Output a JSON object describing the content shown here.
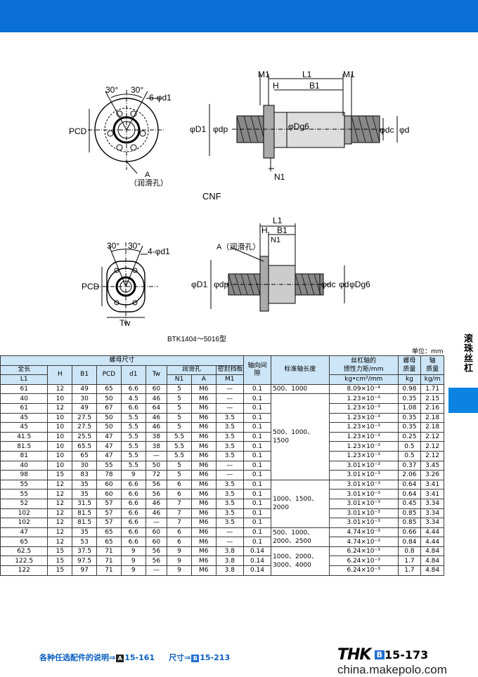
{
  "side": {
    "title": "滚珠丝杠"
  },
  "figures": {
    "cnf": {
      "caption": "CNF",
      "labels": {
        "angle1": "30°",
        "angle2": "30°",
        "holes": "6-φd1",
        "pcd": "PCD",
        "a_top": "A",
        "a_sub": "（润滑孔）",
        "m1_left": "M1",
        "l1": "L1",
        "m1_right": "M1",
        "h": "H",
        "b1": "B1",
        "d1": "φD1",
        "dp": "φdp",
        "dg6": "φDg6",
        "dc": "φdc",
        "d": "φd",
        "n1": "N1"
      }
    },
    "btk": {
      "caption": "BTK1404～5016型",
      "labels": {
        "angle1": "30°",
        "angle2": "30°",
        "holes": "4-φd1",
        "pcd": "PCD",
        "tw": "Tw",
        "a_lube": "A（润滑孔）",
        "l1": "L1",
        "h": "H",
        "b1": "B1",
        "n1": "N1",
        "d1": "φD1",
        "dp": "φdp",
        "dc": "φdc",
        "d": "φd",
        "dg6": "φDg6"
      }
    }
  },
  "table": {
    "unit": "单位：mm",
    "headers": {
      "nut_dims": "螺母尺寸",
      "total_length": "全长",
      "l1": "L1",
      "h": "H",
      "b1": "B1",
      "pcd": "PCD",
      "d1": "d1",
      "tw": "Tw",
      "lube_hole": "润滑孔",
      "n1": "N1",
      "a": "A",
      "seal": "密封挡板",
      "m1": "M1",
      "axial_clearance": "轴向间隙",
      "std_shaft_length": "标准轴长度",
      "inertia_l1": "丝杠轴的",
      "inertia_l2": "惯性力矩/mm",
      "inertia_unit": "kg•cm²/mm",
      "nut_mass_l1": "螺母",
      "nut_mass_l2": "质量",
      "nut_mass_unit": "kg",
      "shaft_mass_l1": "轴",
      "shaft_mass_l2": "质量",
      "shaft_mass_unit": "kg/m"
    },
    "rows": [
      [
        "61",
        "12",
        "49",
        "65",
        "6.6",
        "60",
        "5",
        "M6",
        "—",
        "0.1",
        "8.09×10⁻⁴",
        "0.98",
        "1.71"
      ],
      [
        "40",
        "10",
        "30",
        "50",
        "4.5",
        "46",
        "5",
        "M6",
        "—",
        "0.1",
        "1.23×10⁻³",
        "0.35",
        "2.15"
      ],
      [
        "61",
        "12",
        "49",
        "67",
        "6.6",
        "64",
        "5",
        "M6",
        "—",
        "0.1",
        "1.23×10⁻³",
        "1.08",
        "2.16"
      ],
      [
        "45",
        "10",
        "27.5",
        "50",
        "5.5",
        "46",
        "5",
        "M6",
        "3.5",
        "0.1",
        "1.23×10⁻³",
        "0.35",
        "2.18"
      ],
      [
        "45",
        "10",
        "27.5",
        "50",
        "5.5",
        "46",
        "5",
        "M6",
        "3.5",
        "0.1",
        "1.23×10⁻³",
        "0.35",
        "2.18"
      ],
      [
        "41.5",
        "10",
        "25.5",
        "47",
        "5.5",
        "38",
        "5.5",
        "M6",
        "3.5",
        "0.1",
        "1.23×10⁻³",
        "0.25",
        "2.12"
      ],
      [
        "81.5",
        "10",
        "65.5",
        "47",
        "5.5",
        "38",
        "5.5",
        "M6",
        "3.5",
        "0.1",
        "1.23×10⁻³",
        "0.5",
        "2.12"
      ],
      [
        "81",
        "10",
        "65",
        "47",
        "5.5",
        "—",
        "5.5",
        "M6",
        "3.5",
        "0.1",
        "1.23×10⁻³",
        "0.5",
        "2.12"
      ],
      [
        "40",
        "10",
        "30",
        "55",
        "5.5",
        "50",
        "5",
        "M6",
        "—",
        "0.1",
        "3.01×10⁻³",
        "0.37",
        "3.45"
      ],
      [
        "98",
        "15",
        "83",
        "78",
        "9",
        "72",
        "5",
        "M6",
        "—",
        "0.1",
        "3.01×10⁻³",
        "2.06",
        "3.26"
      ],
      [
        "55",
        "12",
        "35",
        "60",
        "6.6",
        "56",
        "6",
        "M6",
        "3.5",
        "0.1",
        "3.01×10⁻³",
        "0.64",
        "3.41"
      ],
      [
        "55",
        "12",
        "35",
        "60",
        "6.6",
        "56",
        "6",
        "M6",
        "3.5",
        "0.1",
        "3.01×10⁻³",
        "0.64",
        "3.41"
      ],
      [
        "52",
        "12",
        "31.5",
        "57",
        "6.6",
        "46",
        "7",
        "M6",
        "3.5",
        "0.1",
        "3.01×10⁻³",
        "0.45",
        "3.34"
      ],
      [
        "102",
        "12",
        "81.5",
        "57",
        "6.6",
        "46",
        "7",
        "M6",
        "3.5",
        "0.1",
        "3.01×10⁻³",
        "0.85",
        "3.34"
      ],
      [
        "102",
        "12",
        "81.5",
        "57",
        "6.6",
        "—",
        "7",
        "M6",
        "3.5",
        "0.1",
        "3.01×10⁻³",
        "0.85",
        "3.34"
      ],
      [
        "47",
        "12",
        "35",
        "65",
        "6.6",
        "60",
        "6",
        "M6",
        "—",
        "0.1",
        "4.74×10⁻³",
        "0.66",
        "4.44"
      ],
      [
        "65",
        "12",
        "53",
        "65",
        "6.6",
        "60",
        "6",
        "M6",
        "—",
        "0.1",
        "4.74×10⁻³",
        "0.84",
        "4.44"
      ],
      [
        "62.5",
        "15",
        "37.5",
        "71",
        "9",
        "56",
        "9",
        "M6",
        "3.8",
        "0.14",
        "6.24×10⁻³",
        "0.8",
        "4.84"
      ],
      [
        "122.5",
        "15",
        "97.5",
        "71",
        "9",
        "56",
        "9",
        "M6",
        "3.8",
        "0.14",
        "6.24×10⁻³",
        "1.7",
        "4.84"
      ],
      [
        "122",
        "15",
        "97",
        "71",
        "9",
        "—",
        "9",
        "M6",
        "3.8",
        "0.14",
        "6.24×10⁻³",
        "1.7",
        "4.84"
      ]
    ],
    "std_lengths": [
      {
        "text": "500、1000",
        "start": 0,
        "span": 1
      },
      {
        "text": "500、1000、1500",
        "start": 1,
        "span": 9
      },
      {
        "text": "1000、1500、2000",
        "start": 10,
        "span": 5
      },
      {
        "text": "500、1000、2000、2500",
        "start": 15,
        "span": 2
      },
      {
        "text": "1000、2000、3000、4000",
        "start": 17,
        "span": 3
      }
    ]
  },
  "footer": {
    "options_text": "各种任选配件的说明⇒",
    "options_badge": "A",
    "options_page": "15-161",
    "dims_text": "尺寸⇒",
    "dims_badge": "B",
    "dims_page": "15-213",
    "brand": "THK",
    "page_badge": "B",
    "page": "15-173",
    "watermark": "china.makepolo.com"
  }
}
